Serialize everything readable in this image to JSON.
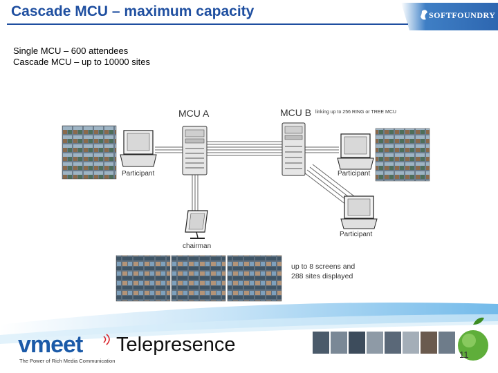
{
  "title": "Cascade MCU – maximum capacity",
  "logo": {
    "text": "SOFTFOUNDRY"
  },
  "bullets": [
    "Single MCU – 600 attendees",
    "Cascade MCU – up to 10000 sites"
  ],
  "diagram": {
    "mcu_a": "MCU A",
    "mcu_b": "MCU B",
    "linking": "linking up to 256 RING or TREE MCU",
    "participant_left": "Participant",
    "participant_right": "Participant",
    "participant_lower": "Participant",
    "chairman": "chairman",
    "screens_line1": "up to 8 screens and",
    "screens_line2": "288 sites displayed"
  },
  "footer": {
    "brand": "vmeet",
    "product": "Telepresence",
    "tagline": "The Power of Rich Media Communication",
    "page_number": "11"
  },
  "colors": {
    "title": "#1f4fa0",
    "brand_blue": "#1b5aa8",
    "swoosh": "#5aaee6"
  }
}
